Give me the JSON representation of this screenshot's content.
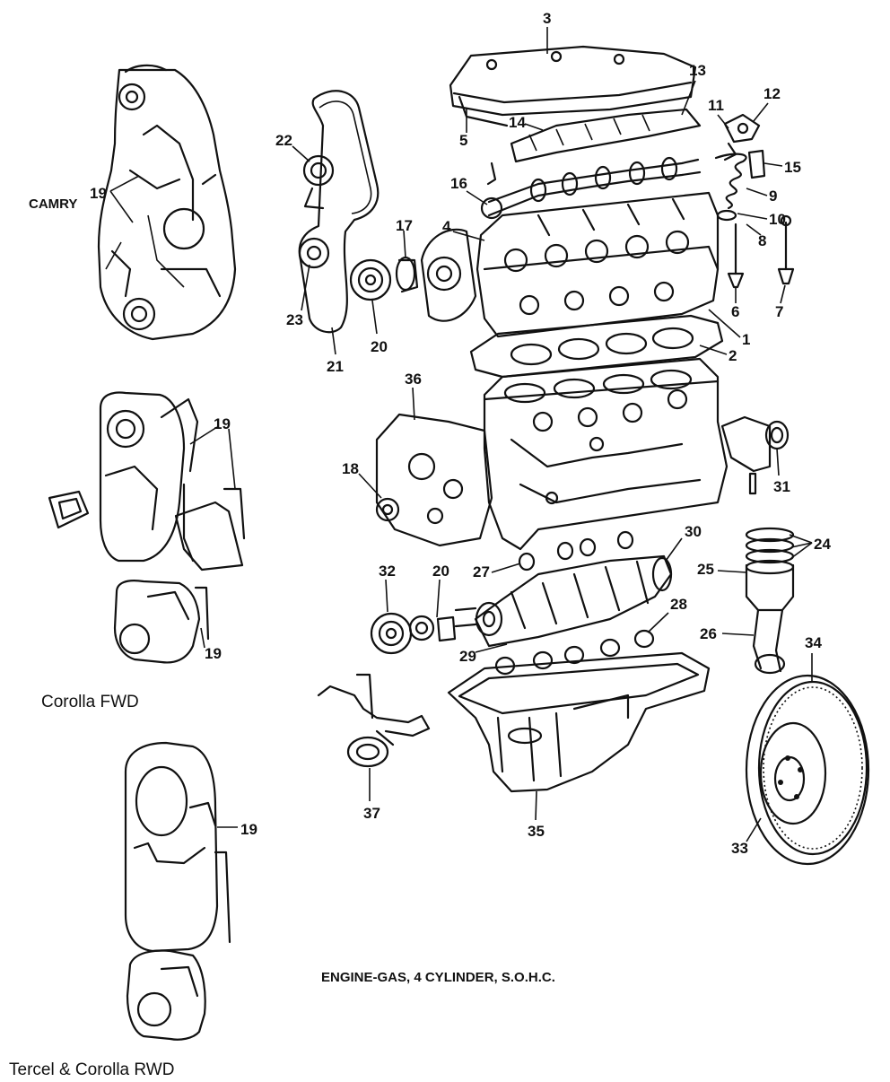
{
  "diagram": {
    "title": "ENGINE-GAS, 4 CYLINDER, S.O.H.C.",
    "insets": {
      "camry": "CAMRY",
      "corolla_fwd": "Corolla FWD",
      "tercel_corolla_rwd": "Tercel & Corolla RWD"
    },
    "callouts": {
      "c1": "1",
      "c2": "2",
      "c3": "3",
      "c4": "4",
      "c5": "5",
      "c6": "6",
      "c7": "7",
      "c8": "8",
      "c9": "9",
      "c10": "10",
      "c11": "11",
      "c12": "12",
      "c13": "13",
      "c14": "14",
      "c15": "15",
      "c16": "16",
      "c17": "17",
      "c18": "18",
      "c19_camry": "19",
      "c19_fwd_a": "19",
      "c19_fwd_b": "19",
      "c19_rwd": "19",
      "c20_top": "20",
      "c20_bottom": "20",
      "c21": "21",
      "c22": "22",
      "c23": "23",
      "c24": "24",
      "c25": "25",
      "c26": "26",
      "c27": "27",
      "c28": "28",
      "c29": "29",
      "c30": "30",
      "c31": "31",
      "c32": "32",
      "c33": "33",
      "c34": "34",
      "c35": "35",
      "c36": "36",
      "c37": "37"
    }
  }
}
